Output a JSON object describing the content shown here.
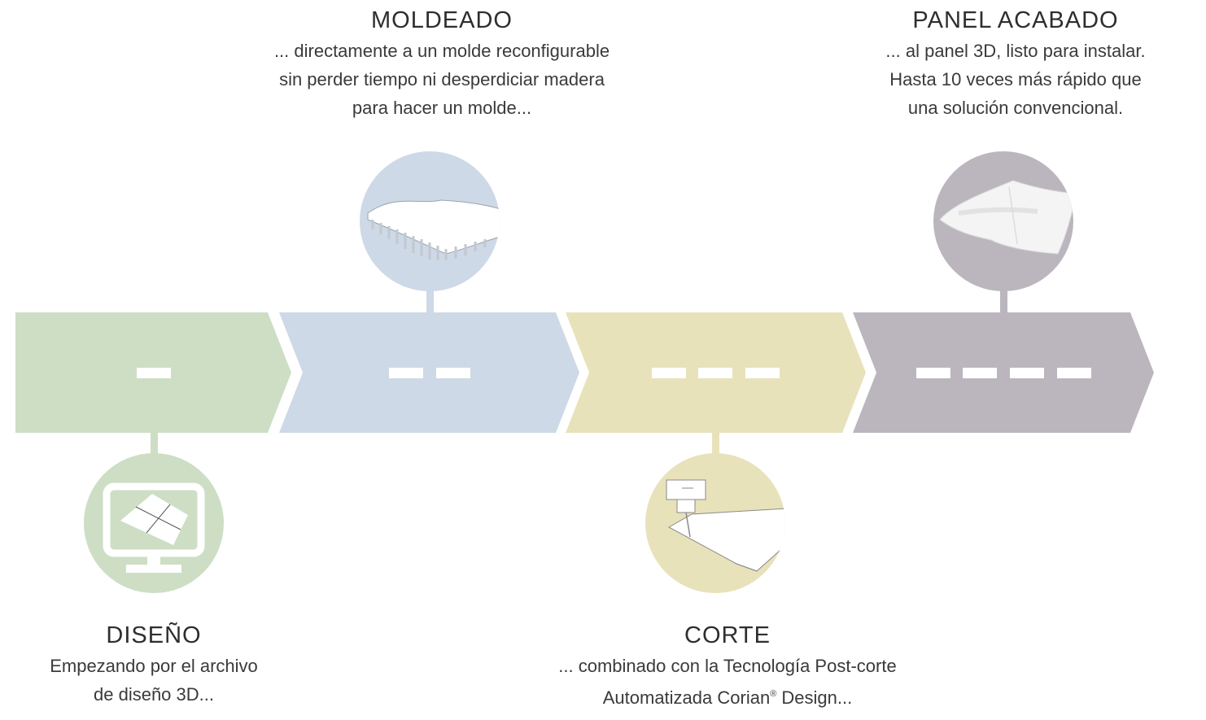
{
  "steps": [
    {
      "id": "diseno",
      "title": "DISEÑO",
      "desc_lines": [
        "Empezando por el archivo",
        "de diseño 3D..."
      ],
      "color": "#cddec5",
      "icon": "monitor-icon",
      "dashes": 1
    },
    {
      "id": "moldeado",
      "title": "MOLDEADO",
      "desc_lines": [
        "... directamente a un molde reconfigurable",
        "sin perder tiempo ni desperdiciar madera",
        "para hacer un molde..."
      ],
      "color": "#cdd9e6",
      "icon": "reconfigurable-mold-icon",
      "dashes": 2
    },
    {
      "id": "corte",
      "title": "CORTE",
      "desc_lines": [
        "... combinado con la Tecnología Post-corte",
        "Automatizada Corian",
        "Design..."
      ],
      "registered_mark": "®",
      "color": "#e8e2bb",
      "icon": "cnc-cutter-icon",
      "dashes": 3
    },
    {
      "id": "panel-acabado",
      "title": "PANEL ACABADO",
      "desc_lines": [
        "... al panel 3D, listo para instalar.",
        "Hasta 10 veces más rápido que",
        "una solución convencional."
      ],
      "color": "#bbb6be",
      "icon": "finished-panel-icon",
      "dashes": 4
    }
  ]
}
